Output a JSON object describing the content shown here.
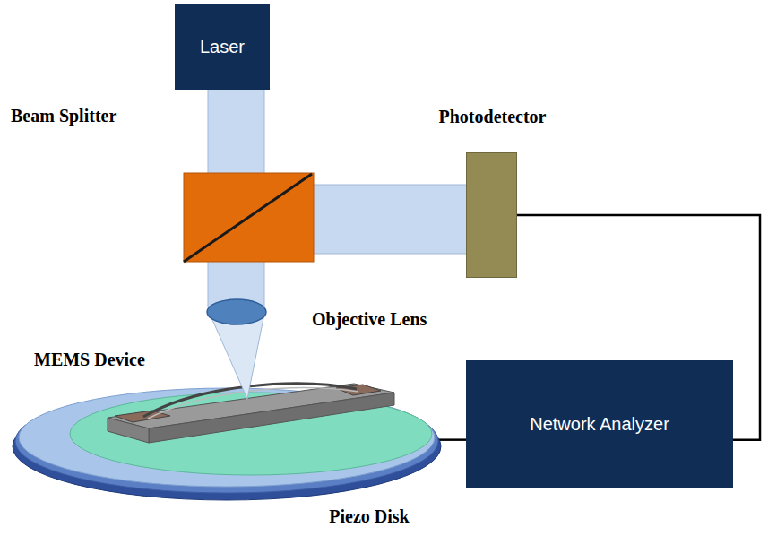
{
  "diagram": {
    "nodes": [
      {
        "text": [
          "Laser"
        ]
      },
      {
        "text": [
          "Photodetector"
        ]
      },
      {
        "text": [
          "Network Analyzer"
        ]
      },
      {
        "text": [
          "Piezo Disk"
        ]
      }
    ],
    "edges": [
      {
        "from": 1,
        "to": 2,
        "arrow": "none"
      },
      {
        "from": 2,
        "to": 3,
        "arrow": "none"
      }
    ],
    "labels": [
      "Beam Splitter",
      "Objective Lens",
      "MEMS Device"
    ]
  }
}
